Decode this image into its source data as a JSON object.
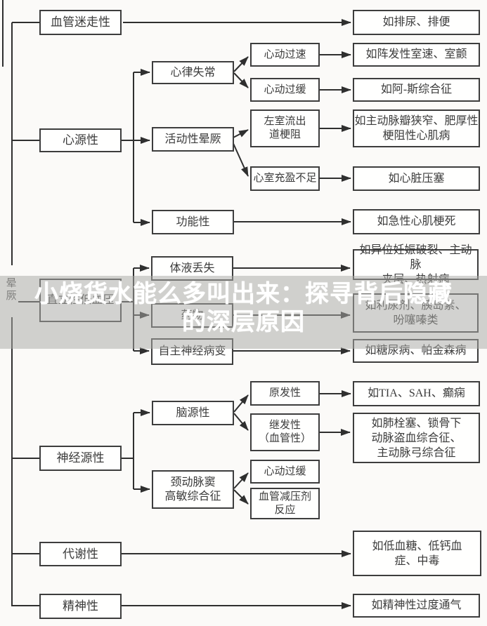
{
  "root": {
    "label": "晕\n厥"
  },
  "watermark": {
    "line1": "小烧货水能么多叫出来：探寻背后隐藏",
    "line2": "的深层原因"
  },
  "nodes": {
    "vasovagal": "血管迷走性",
    "cardiac": "心源性",
    "orthostatic": "直立性低血压",
    "neurogenic": "神经源性",
    "metabolic": "代谢性",
    "psychiatric": "精神性",
    "arrhythmia": "心律失常",
    "obstructive_syncope": "活动性晕厥",
    "functional": "功能性",
    "fluid_loss": "体液丢失",
    "drugs": "药物",
    "autonomic_neuropathy": "自主神经病变",
    "cerebrogenic": "脑源性",
    "carotid_sinus": "颈动脉窦\n高敏综合征",
    "tachycardia": "心动过速",
    "bradycardia": "心动过缓",
    "lv_outflow_obstruction": "左室流出\n道梗阻",
    "ventricular_underfilling": "心室充盈不足",
    "primary": "原发性",
    "secondary_vascular": "继发性\n（血管性）",
    "bradycardia2": "心动过缓",
    "vasodepressor_reaction": "血管减压剂\n反应"
  },
  "examples": {
    "vasovagal": "如排尿、排便",
    "tachycardia": "如阵发性室速、室颤",
    "bradycardia": "如阿-斯综合征",
    "lv_outflow": "如主动脉瓣狭窄、肥厚性\n梗阻性心肌病",
    "underfilling": "如心脏压塞",
    "functional": "如急性心肌梗死",
    "fluid_loss": "如异位妊娠破裂、主动脉\n夹层、热射病",
    "drugs": "如利尿剂、胰岛素、\n吩噻嗪类",
    "autonomic": "如糖尿病、帕金森病",
    "primary": "如TIA、SAH、癫痫",
    "secondary": "如肺栓塞、锁骨下\n动脉盗血综合征、\n主动脉弓综合征",
    "metabolic": "如低血糖、低钙血\n症、中毒",
    "psychiatric": "如精神性过度通气"
  },
  "colors": {
    "line": "#2f2f2f",
    "box_border": "#3d3d3d",
    "text": "#3b3b3b",
    "watermark_text": "#ffffff",
    "band": "#a8a8a4"
  }
}
